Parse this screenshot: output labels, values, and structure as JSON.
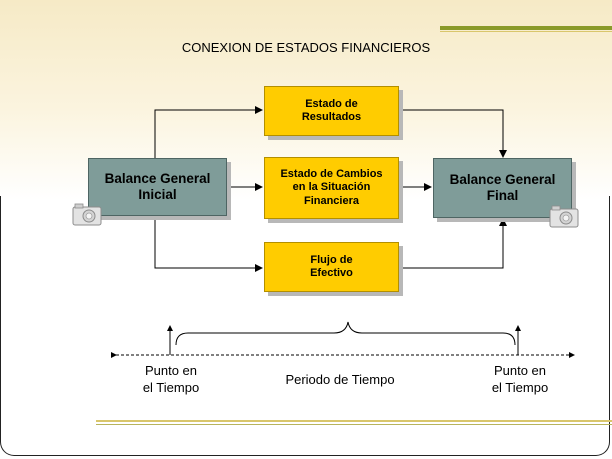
{
  "title": "CONEXION DE ESTADOS FINANCIEROS",
  "boxes": {
    "estado_resultados": "Estado de\nResultados",
    "estado_cambios": "Estado de Cambios\nen la Situación\nFinanciera",
    "flujo_efectivo": "Flujo de\nEfectivo",
    "balance_inicial": "Balance General\nInicial",
    "balance_final": "Balance General\nFinal"
  },
  "timeline": {
    "left_label": "Punto en\nel Tiempo",
    "center_label": "Periodo de Tiempo",
    "right_label": "Punto en\nel Tiempo"
  },
  "colors": {
    "yellow_box": "#ffcc00",
    "gray_box": "#7f9c99",
    "accent_line": "#8a9a2a"
  },
  "icons": [
    "camera-icon"
  ]
}
